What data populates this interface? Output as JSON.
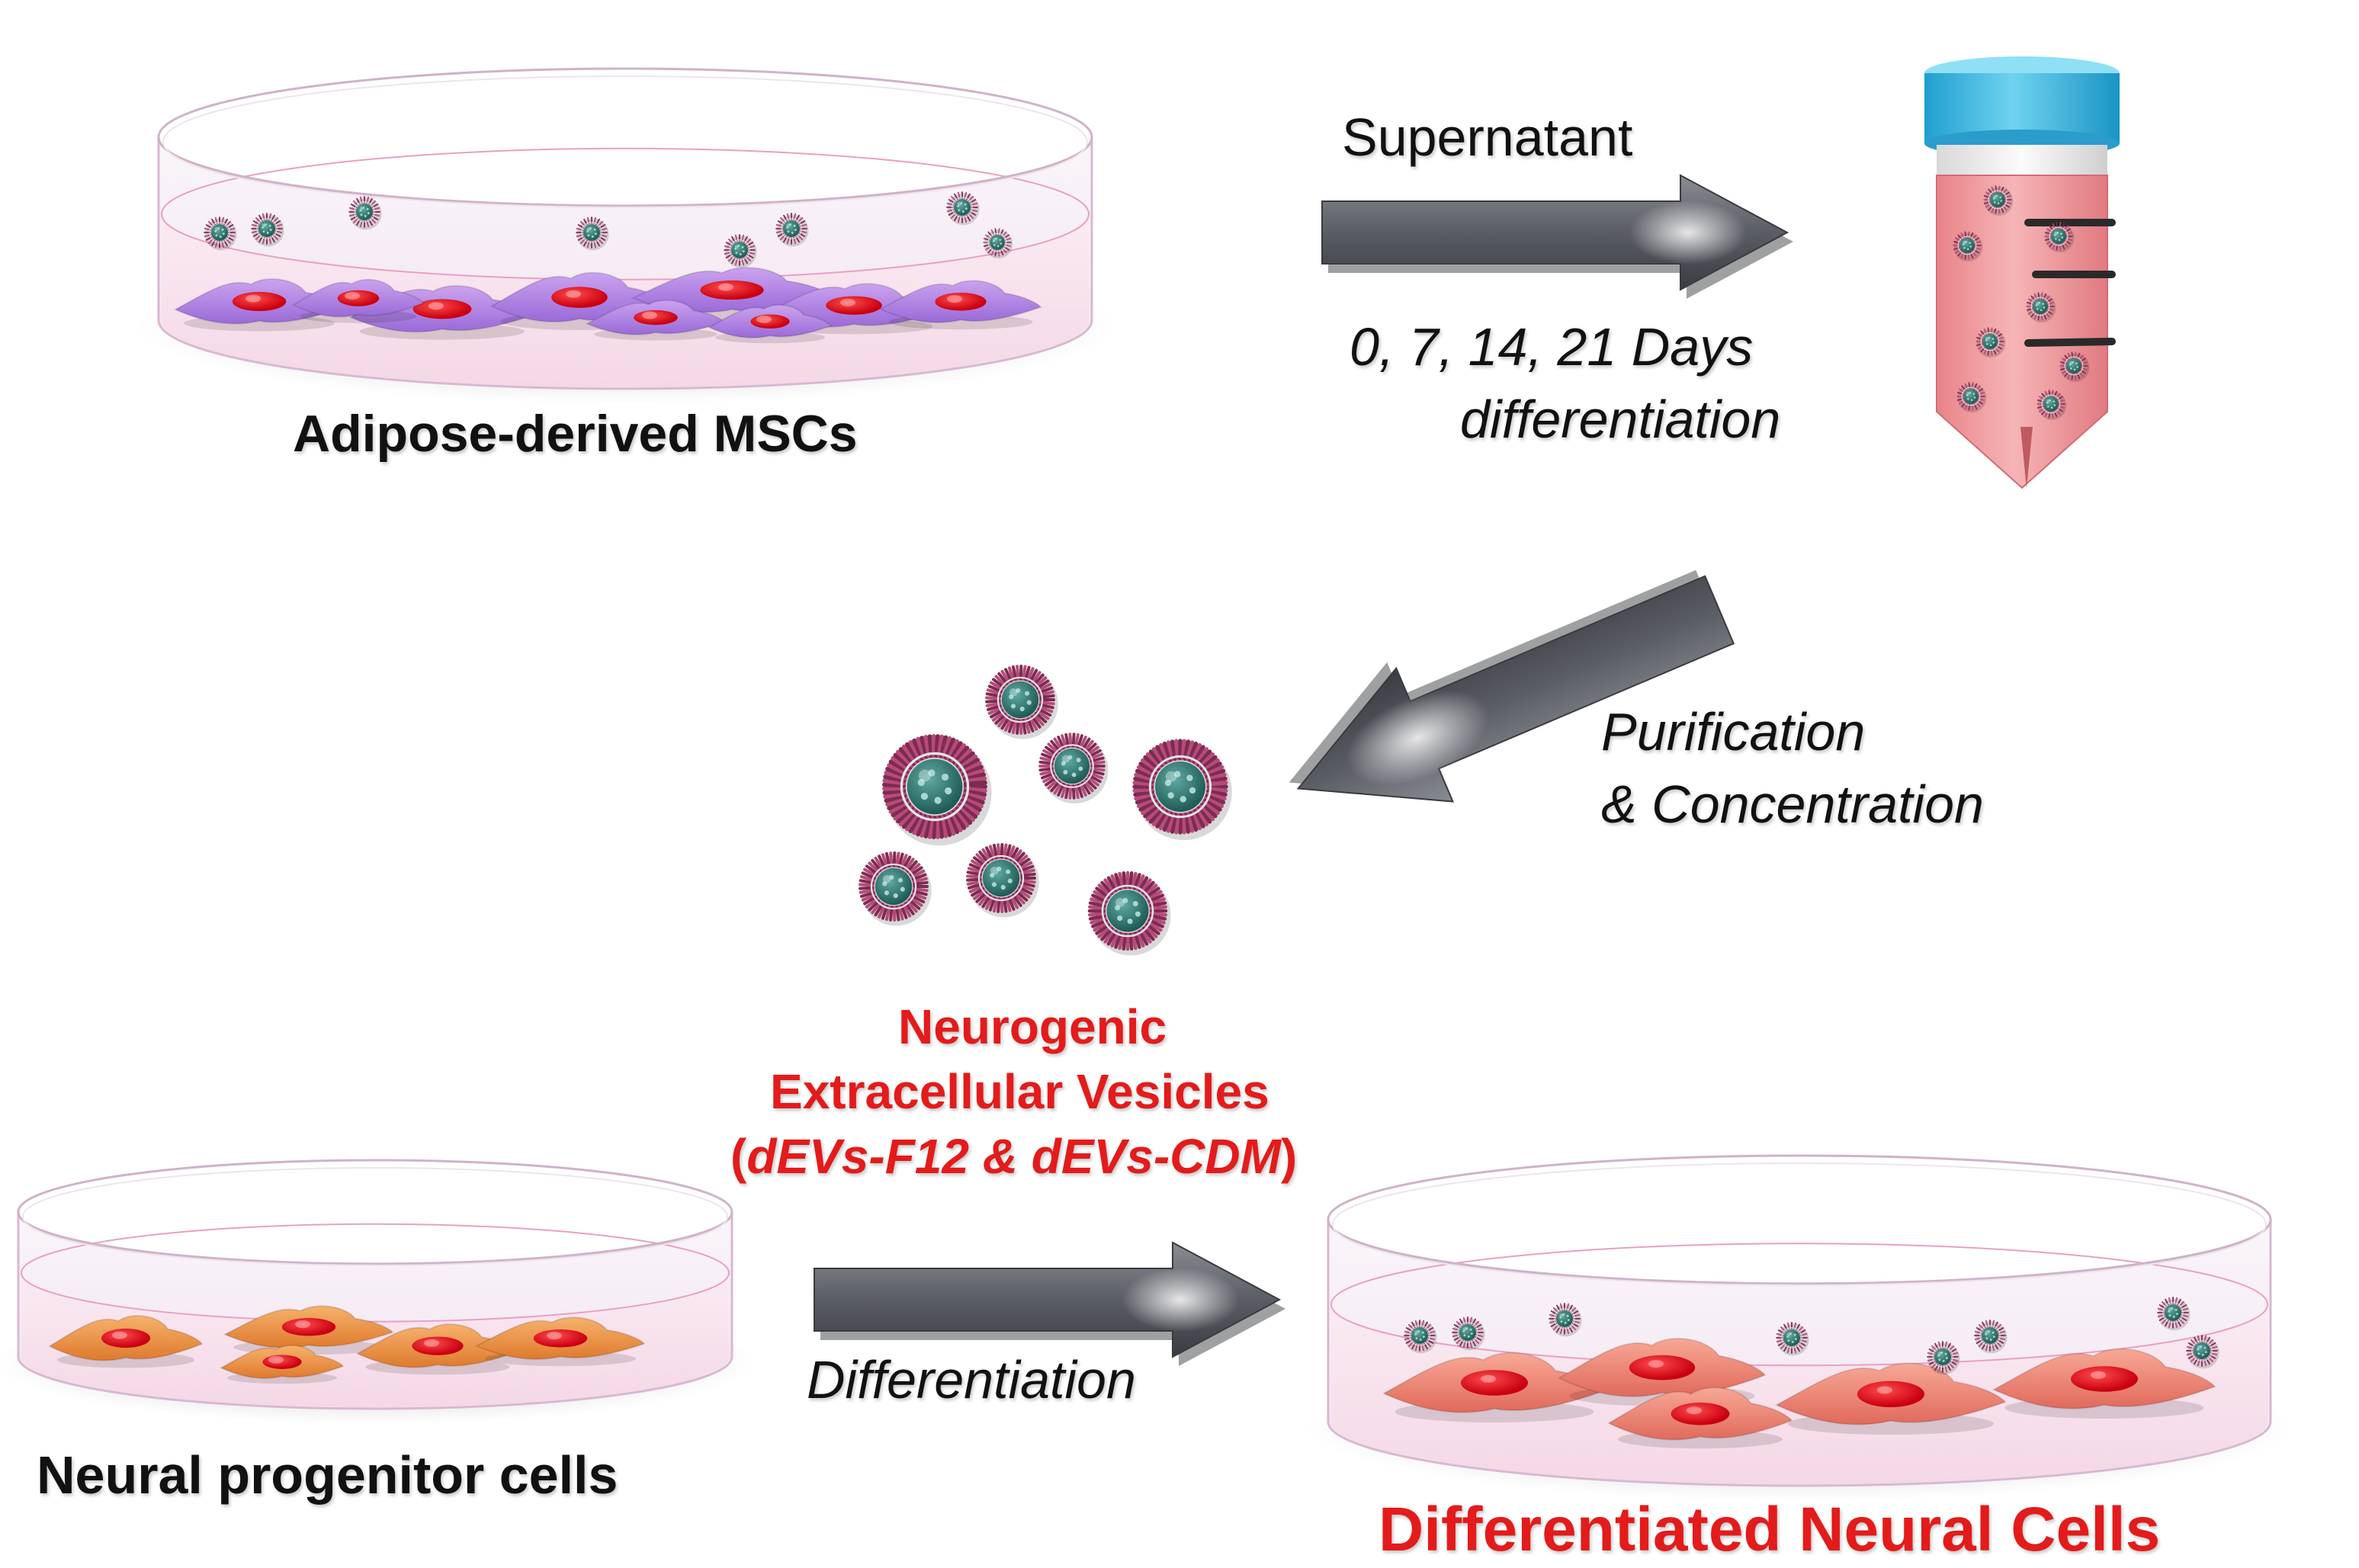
{
  "labels": {
    "top_dish": "Adipose-derived MSCs",
    "arrow1_top": "Supernatant",
    "arrow1_days": "0, 7, 14, 21 Days",
    "arrow1_diff": "differentiation",
    "purification": "Purification",
    "concentration": "& Concentration",
    "vesicles_line1": "Neurogenic",
    "vesicles_line2": "Extracellular Vesicles",
    "vesicles_line3_open": "(",
    "vesicles_line3_italic": "dEVs-F12 & dEVs-CDM",
    "vesicles_line3_close": ")",
    "bottom_left": "Neural progenitor cells",
    "arrow3": "Differentiation",
    "bottom_right": "Differentiated Neural Cells"
  },
  "colors": {
    "accent_red": "#e31b1b",
    "text": "#111111",
    "msc_cell": "#b98ae6",
    "nucleus": "#e0101c",
    "progenitor_cell": "#f0984e",
    "neural_cell": "#f08a78",
    "tube_cap": "#3fb9e0",
    "tube_medium": "#f0a0a4",
    "vesicle_core": "#2f7a74",
    "vesicle_ring": "#9b3a62",
    "arrow": "#5d5f66"
  },
  "icons": [
    "petri-dish-icon",
    "conical-tube-icon",
    "extracellular-vesicle-icon",
    "process-arrow-icon",
    "cell-icon"
  ]
}
